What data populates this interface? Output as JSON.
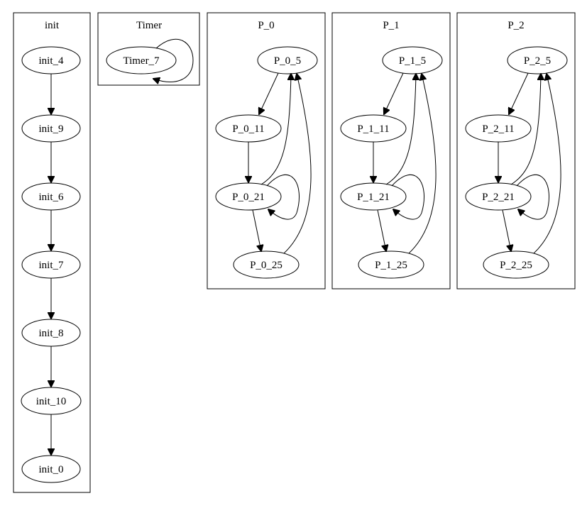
{
  "clusters": {
    "init": {
      "label": "init"
    },
    "timer": {
      "label": "Timer"
    },
    "p0": {
      "label": "P_0"
    },
    "p1": {
      "label": "P_1"
    },
    "p2": {
      "label": "P_2"
    }
  },
  "nodes": {
    "init_4": "init_4",
    "init_9": "init_9",
    "init_6": "init_6",
    "init_7": "init_7",
    "init_8": "init_8",
    "init_10": "init_10",
    "init_0": "init_0",
    "timer_7": "Timer_7",
    "p0_5": "P_0_5",
    "p0_11": "P_0_11",
    "p0_21": "P_0_21",
    "p0_25": "P_0_25",
    "p1_5": "P_1_5",
    "p1_11": "P_1_11",
    "p1_21": "P_1_21",
    "p1_25": "P_1_25",
    "p2_5": "P_2_5",
    "p2_11": "P_2_11",
    "p2_21": "P_2_21",
    "p2_25": "P_2_25"
  },
  "edges": [
    [
      "init_4",
      "init_9"
    ],
    [
      "init_9",
      "init_6"
    ],
    [
      "init_6",
      "init_7"
    ],
    [
      "init_7",
      "init_8"
    ],
    [
      "init_8",
      "init_10"
    ],
    [
      "init_10",
      "init_0"
    ],
    [
      "Timer_7",
      "Timer_7"
    ],
    [
      "P_0_5",
      "P_0_11"
    ],
    [
      "P_0_11",
      "P_0_21"
    ],
    [
      "P_0_21",
      "P_0_21"
    ],
    [
      "P_0_21",
      "P_0_5"
    ],
    [
      "P_0_21",
      "P_0_25"
    ],
    [
      "P_0_25",
      "P_0_5"
    ],
    [
      "P_1_5",
      "P_1_11"
    ],
    [
      "P_1_11",
      "P_1_21"
    ],
    [
      "P_1_21",
      "P_1_21"
    ],
    [
      "P_1_21",
      "P_1_5"
    ],
    [
      "P_1_21",
      "P_1_25"
    ],
    [
      "P_1_25",
      "P_1_5"
    ],
    [
      "P_2_5",
      "P_2_11"
    ],
    [
      "P_2_11",
      "P_2_21"
    ],
    [
      "P_2_21",
      "P_2_21"
    ],
    [
      "P_2_21",
      "P_2_5"
    ],
    [
      "P_2_21",
      "P_2_25"
    ],
    [
      "P_2_25",
      "P_2_5"
    ]
  ]
}
